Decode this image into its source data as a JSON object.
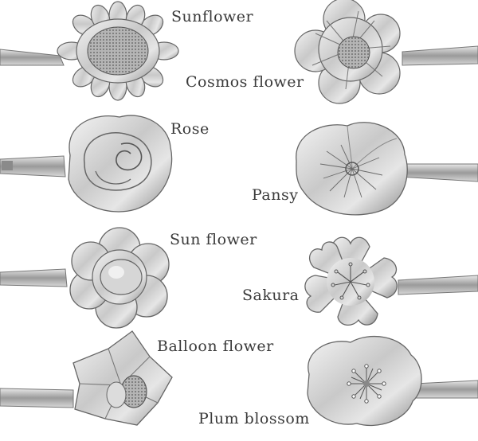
{
  "labels": {
    "sunflower": "Sunflower",
    "cosmos": "Cosmos flower",
    "rose": "Rose",
    "pansy": "Pansy",
    "sun_flower": "Sun flower",
    "sakura": "Sakura",
    "balloon": "Balloon flower",
    "plum": "Plum blossom"
  },
  "colors": {
    "background": "#ffffff",
    "label_text": "#3a3a3a",
    "metal_light": "#f2f2f2",
    "metal_mid": "#bdbdbd",
    "metal_dark": "#6e6e6e"
  }
}
